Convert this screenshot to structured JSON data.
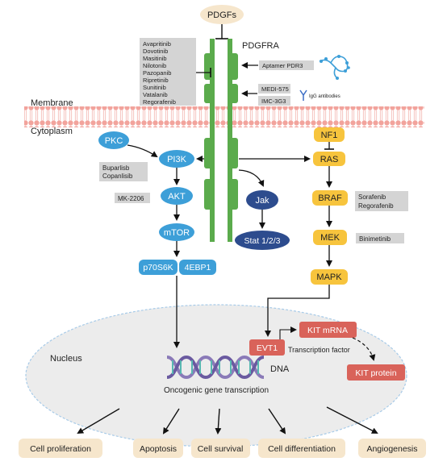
{
  "ligand": "PDGFs",
  "receptor": "PDGFRA",
  "membrane_label": "Membrane",
  "cytoplasm_label": "Cytoplasm",
  "nucleus_label": "Nucleus",
  "tki_inhibitors": [
    "Avapritinib",
    "Dovotinib",
    "Masitinib",
    "Nilotonib",
    "Pazopanib",
    "Ripretinib",
    "Sunitinib",
    "Vatalanib",
    "Regorafenib"
  ],
  "aptamer_label": "Aptamer PDR3",
  "antibodies": [
    "MEDI-575",
    "IMC-3G3"
  ],
  "antibody_legend": "IgG antibodies",
  "pi3k_inhibitors": [
    "Buparlisb",
    "Copanlisib"
  ],
  "akt_inhibitor": "MK-2206",
  "braf_inhibitors": [
    "Sorafenib",
    "Regorafenib"
  ],
  "mek_inhibitor": "Binimetinib",
  "nodes": {
    "pkc": "PKC",
    "pi3k": "PI3K",
    "akt": "AKT",
    "mtor": "mTOR",
    "p70s6k": "p70S6K",
    "4ebp1": "4EBP1",
    "jak": "Jak",
    "stat": "Stat 1/2/3",
    "nf1": "NF1",
    "ras": "RAS",
    "braf": "BRAF",
    "mek": "MEK",
    "mapk": "MAPK",
    "evt1": "EVT1",
    "kit_mrna": "KIT mRNA",
    "kit_protein": "KIT protein"
  },
  "transcription_factor_label": "Transcription factor",
  "dna_label": "DNA",
  "gene_transcription_label": "Oncogenic gene transcription",
  "outcomes": [
    "Cell proliferation",
    "Apoptosis",
    "Cell survival",
    "Cell differentiation",
    "Angiogenesis"
  ],
  "colors": {
    "blue": "#3d9fd8",
    "navy": "#2d4c8e",
    "yellow": "#f7c43d",
    "red": "#d9635a",
    "green": "#5bab4c",
    "gray_box": "#d4d4d4",
    "beige": "#f6e6cc",
    "membrane": "#f4a9a2",
    "nucleus": "#ececec"
  }
}
